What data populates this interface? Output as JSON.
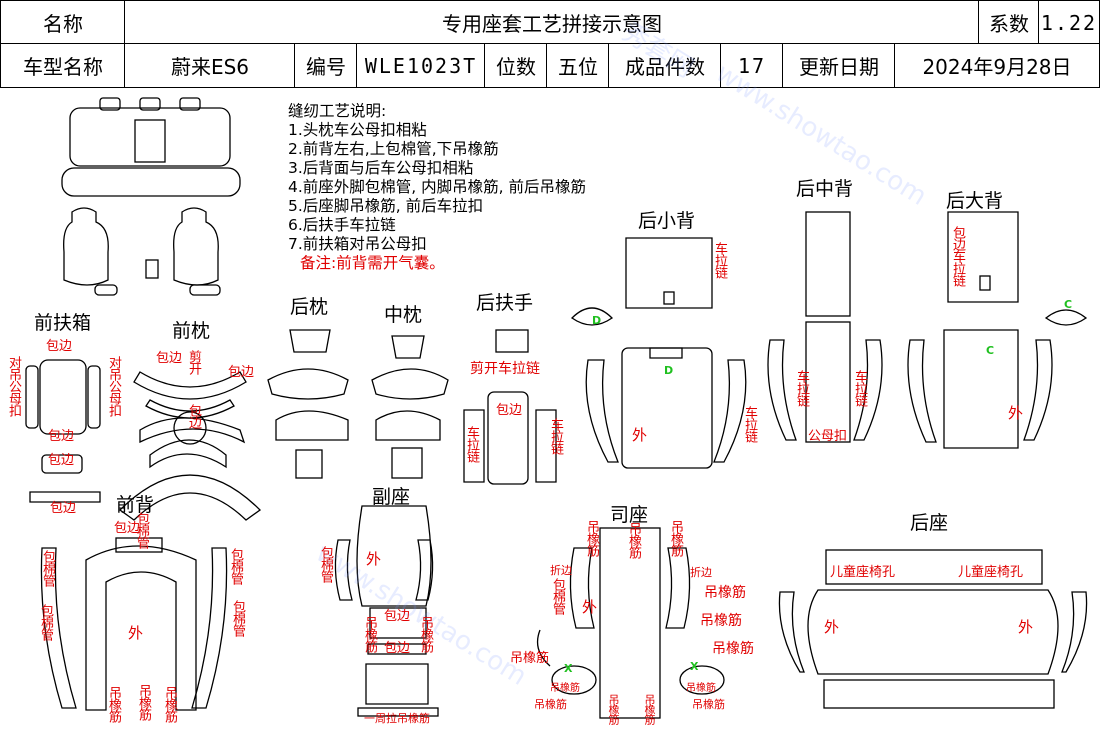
{
  "header": {
    "name_label": "名称",
    "title": "专用座套工艺拼接示意图",
    "coef_label": "系数",
    "coef_value": "1.22",
    "model_label": "车型名称",
    "model_value": "蔚来ES6",
    "code_label": "编号",
    "code_value": "WLE1023T",
    "seats_label": "位数",
    "seats_value": "五位",
    "pieces_label": "成品件数",
    "pieces_value": "17",
    "date_label": "更新日期",
    "date_value": "2024年9月28日"
  },
  "notes": {
    "heading": "缝纫工艺说明:",
    "items": [
      "1.头枕车公母扣相粘",
      "2.前背左右,上包棉管,下吊橡筋",
      "3.后背面与后车公母扣相粘",
      "4.前座外脚包棉管, 内脚吊橡筋, 前后吊橡筋",
      "5.后座脚吊橡筋, 前后车拉扣",
      "6.后扶手车拉链",
      "7.前扶箱对吊公母扣"
    ],
    "remark": "备注:前背需开气囊。"
  },
  "sections": {
    "front_armbox": "前扶箱",
    "front_headrest": "前枕",
    "rear_headrest": "后枕",
    "middle_headrest": "中枕",
    "rear_armrest": "后扶手",
    "rear_small_back": "后小背",
    "rear_middle_back": "后中背",
    "rear_big_back": "后大背",
    "front_back": "前背",
    "passenger_seat": "副座",
    "driver_seat": "司座",
    "rear_seat": "后座"
  },
  "labels": {
    "wrap_edge": "包边",
    "pair_hang_snap": "对吊公母扣",
    "cut_open": "剪开",
    "cut_zip": "剪开车拉链",
    "sew_zip": "车拉链",
    "wrap_edge_zip": "包边车拉链",
    "male_female_snap": "公母扣",
    "outer": "外",
    "wrap_tube": "包棉管",
    "hang_elastic": "吊橡筋",
    "fold_edge": "折边",
    "child_seat_hole": "儿童座椅孔",
    "around_elastic": "一周拉吊橡筋",
    "green_d": "D",
    "green_c": "C",
    "green_x": "X"
  },
  "watermark": {
    "brand": "秀套网",
    "domain": "www.showtao.com"
  },
  "colors": {
    "annotation": "#e00000",
    "outline": "#000000",
    "marker": "#20c020",
    "watermark": "#7896ff"
  }
}
